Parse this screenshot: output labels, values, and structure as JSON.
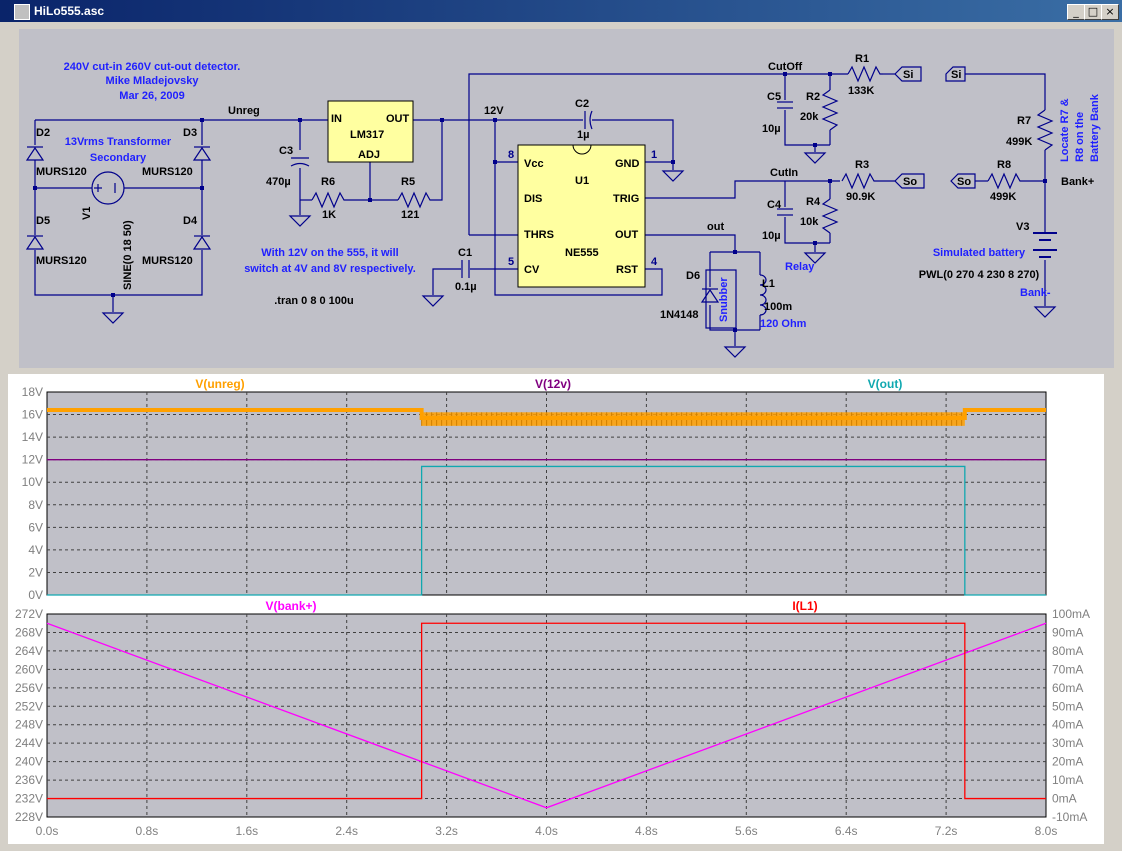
{
  "window": {
    "title": "HiLo555.asc",
    "buttons": [
      "_",
      "□",
      "×"
    ]
  },
  "schematic": {
    "notes": {
      "header_line1": "240V cut-in 260V cut-out detector.",
      "header_line2": "Mike Mladejovsky",
      "header_line3": "Mar 26, 2009",
      "transformer_line1": "13Vrms Transformer",
      "transformer_line2": "Secondary",
      "note555_line1": "With 12V on the 555,  it will",
      "note555_line2": "switch at 4V and 8V respectively.",
      "tran": ".tran 0 8 0 100u",
      "locate_line1": "Locate R7 &",
      "locate_line2": "R8 on the",
      "locate_line3": "Battery Bank",
      "simulated_battery": "Simulated battery",
      "pwl": "PWL(0 270 4 230 8 270)",
      "snubber": "Snubber",
      "relay_line1": "Relay",
      "relay_line2": "120 Ohm"
    },
    "nets": {
      "unreg": "Unreg",
      "v12": "12V",
      "cutoff": "CutOff",
      "cutin": "CutIn",
      "out": "out",
      "bank_plus": "Bank+",
      "bank_minus": "Bank-"
    },
    "flags": {
      "si_1": "Si",
      "si_2": "Si",
      "so_1": "So",
      "so_2": "So"
    },
    "components": {
      "d2_ref": "D2",
      "d2_val": "MURS120",
      "d3_ref": "D3",
      "d3_val": "MURS120",
      "d5_ref": "D5",
      "d5_val": "MURS120",
      "d4_ref": "D4",
      "d4_val": "MURS120",
      "v1_ref": "V1",
      "v1_val": "SINE(0 18 50)",
      "reg_in": "IN",
      "reg_out": "OUT",
      "reg_name": "LM317",
      "reg_adj": "ADJ",
      "c3_ref": "C3",
      "c3_val": "470µ",
      "r6_ref": "R6",
      "r6_val": "1K",
      "r5_ref": "R5",
      "r5_val": "121",
      "c2_ref": "C2",
      "c2_val": "1µ",
      "u1_ref": "U1",
      "u1_name": "NE555",
      "pin_vcc": "Vcc",
      "pin_gnd": "GND",
      "pin_dis": "DIS",
      "pin_trig": "TRIG",
      "pin_thrs": "THRS",
      "pin_out": "OUT",
      "pin_cv": "CV",
      "pin_rst": "RST",
      "pin8": "8",
      "pin1": "1",
      "pin5": "5",
      "pin4": "4",
      "c1_ref": "C1",
      "c1_val": "0.1µ",
      "d6_ref": "D6",
      "d6_val": "1N4148",
      "l1_ref": "L1",
      "l1_val": "100m",
      "c5_ref": "C5",
      "c5_val": "10µ",
      "r2_ref": "R2",
      "r2_val": "20k",
      "r1_ref": "R1",
      "r1_val": "133K",
      "c4_ref": "C4",
      "c4_val": "10µ",
      "r4_ref": "R4",
      "r4_val": "10k",
      "r3_ref": "R3",
      "r3_val": "90.9K",
      "r7_ref": "R7",
      "r7_val": "499K",
      "r8_ref": "R8",
      "r8_val": "499K",
      "v3_ref": "V3"
    }
  },
  "colors": {
    "background_gray": "#c0c0c8",
    "wire_blue": "#00008b",
    "comment_blue": "#1f1fff",
    "component_fill": "#ffffa0",
    "trace_orange": "#ffa000",
    "trace_purple": "#800080",
    "trace_cyan": "#10a8b0",
    "trace_magenta": "#ff00ff",
    "trace_red": "#ff0000"
  },
  "chart_data": [
    {
      "type": "line",
      "title": "",
      "xlabel": "",
      "ylabel": "",
      "xlim": [
        0,
        8
      ],
      "ylim": [
        0,
        18
      ],
      "x_ticks": [
        "0.0s",
        "0.8s",
        "1.6s",
        "2.4s",
        "3.2s",
        "4.0s",
        "4.8s",
        "5.6s",
        "6.4s",
        "7.2s",
        "8.0s"
      ],
      "y_ticks": [
        "0V",
        "2V",
        "4V",
        "6V",
        "8V",
        "10V",
        "12V",
        "14V",
        "16V",
        "18V"
      ],
      "grid": true,
      "series": [
        {
          "name": "V(unreg)",
          "color": "#ffa000",
          "x": [
            0,
            3.0,
            3.0,
            7.35,
            7.35,
            8.0
          ],
          "y": [
            16.4,
            16.4,
            15.7,
            15.7,
            16.4,
            16.4
          ],
          "ripple": [
            15.0,
            16.2
          ]
        },
        {
          "name": "V(12v)",
          "color": "#800080",
          "x": [
            0,
            8.0
          ],
          "y": [
            12.0,
            12.0
          ]
        },
        {
          "name": "V(out)",
          "color": "#10a8b0",
          "x": [
            0,
            3.0,
            3.0,
            7.35,
            7.35,
            8.0
          ],
          "y": [
            0,
            0,
            11.4,
            11.4,
            0,
            0
          ]
        }
      ]
    },
    {
      "type": "line",
      "title": "",
      "xlabel": "",
      "ylabel": "",
      "xlim": [
        0,
        8
      ],
      "ylim_left": [
        228,
        272
      ],
      "ylim_right": [
        -10,
        100
      ],
      "y_ticks_left": [
        "228V",
        "232V",
        "236V",
        "240V",
        "244V",
        "248V",
        "252V",
        "256V",
        "260V",
        "264V",
        "268V",
        "272V"
      ],
      "y_ticks_right": [
        "-10mA",
        "0mA",
        "10mA",
        "20mA",
        "30mA",
        "40mA",
        "50mA",
        "60mA",
        "70mA",
        "80mA",
        "90mA",
        "100mA"
      ],
      "x_ticks": [
        "0.0s",
        "0.8s",
        "1.6s",
        "2.4s",
        "3.2s",
        "4.0s",
        "4.8s",
        "5.6s",
        "6.4s",
        "7.2s",
        "8.0s"
      ],
      "grid": true,
      "series": [
        {
          "name": "V(bank+)",
          "axis": "left",
          "color": "#ff00ff",
          "x": [
            0,
            4.0,
            8.0
          ],
          "y": [
            270,
            230,
            270
          ]
        },
        {
          "name": "I(L1)",
          "axis": "right",
          "color": "#ff0000",
          "x": [
            0,
            3.0,
            3.0,
            7.35,
            7.35,
            8.0
          ],
          "y": [
            0,
            0,
            95,
            95,
            0,
            0
          ]
        }
      ]
    }
  ]
}
